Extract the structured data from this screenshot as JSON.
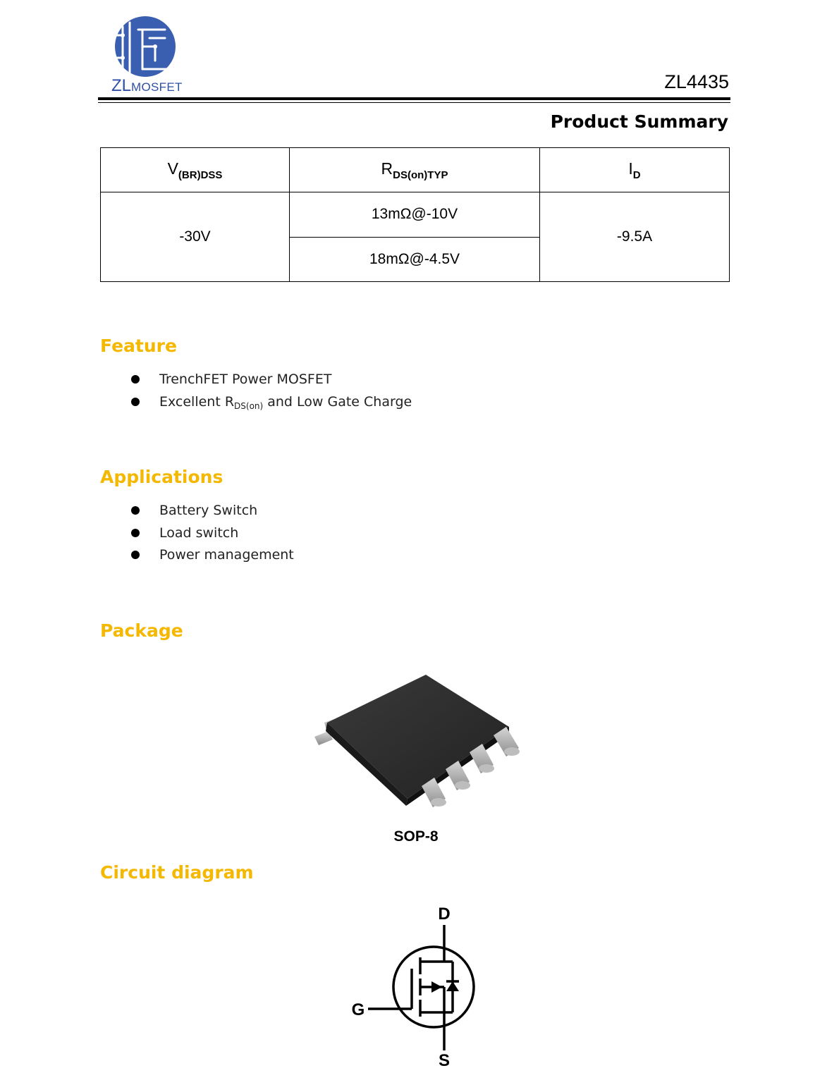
{
  "header": {
    "logo_text_big": "ZL",
    "logo_text_small": "MOSFET",
    "part_number": "ZL4435",
    "summary_title": "Product Summary"
  },
  "summary_table": {
    "col1_main": "V",
    "col1_sub": "(BR)DSS",
    "col2_main": "R",
    "col2_sub": "DS(on)TYP",
    "col3_main": "I",
    "col3_sub": "D",
    "vbrdss": "-30V",
    "rds_1": "13mΩ@-10V",
    "rds_2": "18mΩ@-4.5V",
    "id": "-9.5A"
  },
  "feature": {
    "title": "Feature",
    "item1": "TrenchFET Power MOSFET",
    "item2_pre": "Excellent R",
    "item2_sub": "DS(on)",
    "item2_post": " and Low Gate Charge"
  },
  "applications": {
    "title": "Applications",
    "items": [
      "Battery Switch",
      "Load switch",
      "Power management"
    ]
  },
  "package": {
    "title": "Package",
    "caption": "SOP-8"
  },
  "circuit": {
    "title": "Circuit diagram",
    "pin_d": "D",
    "pin_g": "G",
    "pin_s": "S"
  },
  "colors": {
    "accent": "#f5b800",
    "logo_blue": "#3a5fb0"
  }
}
